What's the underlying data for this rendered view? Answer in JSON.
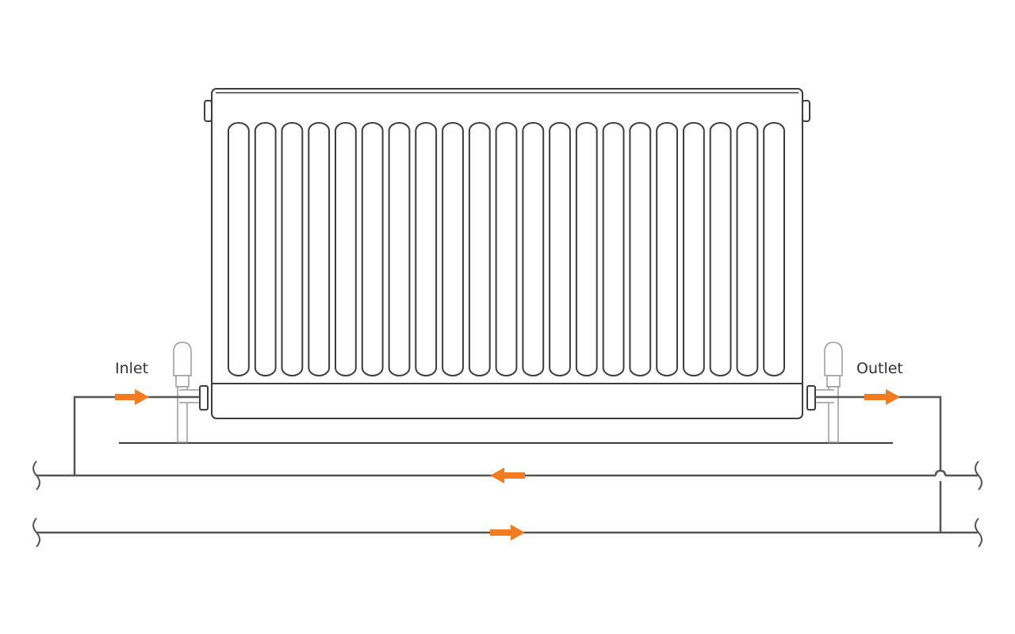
{
  "labels": {
    "inlet": "Inlet",
    "outlet": "Outlet"
  },
  "colors": {
    "pipe": "#555555",
    "outline": "#3d3d3d",
    "valve_outline": "#9a9a9a",
    "flow_arrow": "#f47c20",
    "background": "#ffffff"
  },
  "radiator": {
    "panel_count": 21
  },
  "flow": {
    "inlet_direction": "right",
    "outlet_direction": "right",
    "upper_main_direction": "left",
    "lower_main_direction": "right"
  },
  "icons": {
    "flow": "arrow-icon",
    "valve": "thermostatic-valve-icon",
    "pipe_break": "pipe-break-icon"
  }
}
